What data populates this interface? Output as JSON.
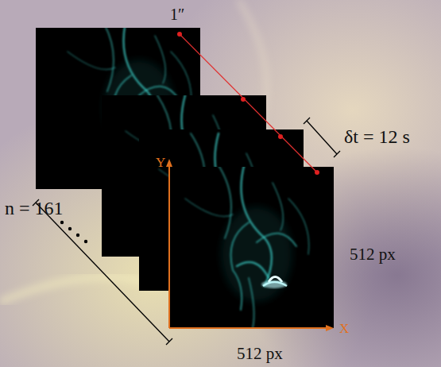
{
  "diagram": {
    "labels": [
      "1″",
      "δt = 12 s",
      "n = 161",
      "512 px",
      "512 px",
      "Y",
      "X"
    ]
  }
}
